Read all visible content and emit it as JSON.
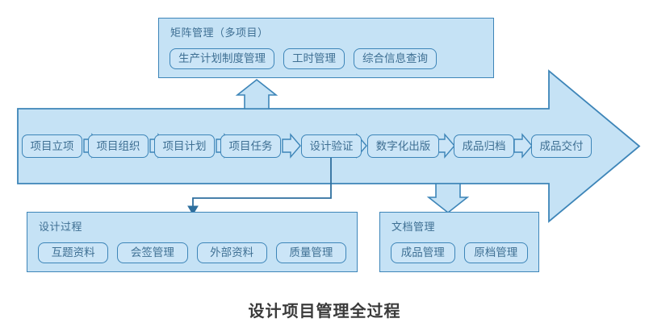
{
  "caption": "设计项目管理全过程",
  "colors": {
    "arrow_fill": "#c5e2f5",
    "arrow_stroke": "#3d85b8",
    "box_fill": "#cbe5f7",
    "box_stroke": "#3d85b8",
    "text_blue": "#3e6f93",
    "connector_stroke": "#2e6f9e",
    "caption_color": "#3a3a3a"
  },
  "matrix_panel": {
    "title": "矩阵管理（多项目）",
    "items": [
      {
        "label": "生产计划制度管理"
      },
      {
        "label": "工时管理"
      },
      {
        "label": "综合信息查询"
      }
    ]
  },
  "flow": {
    "stages": [
      {
        "label": "项目立项"
      },
      {
        "label": "项目组织"
      },
      {
        "label": "项目计划"
      },
      {
        "label": "项目任务"
      },
      {
        "label": "设计验证"
      },
      {
        "label": "数字化出版"
      },
      {
        "label": "成品归档"
      },
      {
        "label": "成品交付"
      }
    ]
  },
  "design_process_panel": {
    "title": "设计过程",
    "items": [
      {
        "label": "互题资料"
      },
      {
        "label": "会签管理"
      },
      {
        "label": "外部资料"
      },
      {
        "label": "质量管理"
      }
    ]
  },
  "doc_management_panel": {
    "title": "文档管理",
    "items": [
      {
        "label": "成品管理"
      },
      {
        "label": "原档管理"
      }
    ]
  },
  "connectors": {
    "up_to_matrix": "up-block-arrow",
    "down_to_doc": "down-block-arrow",
    "verify_to_design": "elbow-arrow"
  }
}
